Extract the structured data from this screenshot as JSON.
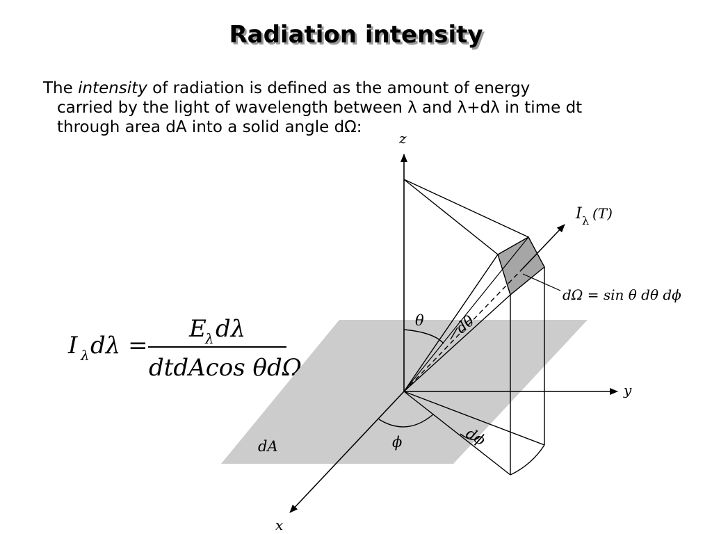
{
  "slide": {
    "title": "Radiation intensity",
    "paragraph": {
      "line1_pre": "The ",
      "line1_emph": "intensity",
      "line1_post": " of radiation is defined as the amount of energy",
      "line2": "carried by the light of wavelength between λ and λ+dλ in time dt",
      "line3": "through area dA into a solid angle dΩ:"
    },
    "formula": {
      "lhs_I": "I",
      "lhs_sub": "λ",
      "lhs_rest": "dλ =",
      "num_E": "E",
      "num_sub": "λ",
      "num_rest": "dλ",
      "den": "dtdAcos θdΩ"
    },
    "diagram": {
      "axis_z": "z",
      "axis_y": "y",
      "axis_x": "x",
      "theta": "θ",
      "dtheta": "dθ",
      "phi": "ϕ",
      "dphi": "dϕ",
      "area": "dA",
      "intensity_I": "I",
      "intensity_sub": "λ",
      "intensity_arg": "(T)",
      "solid_angle": "dΩ = sin θ dθ dϕ"
    },
    "colors": {
      "plane": "#cccccc",
      "patch": "#a6a6a6",
      "line": "#000000",
      "title_shadow": "#9a9a9a"
    }
  }
}
